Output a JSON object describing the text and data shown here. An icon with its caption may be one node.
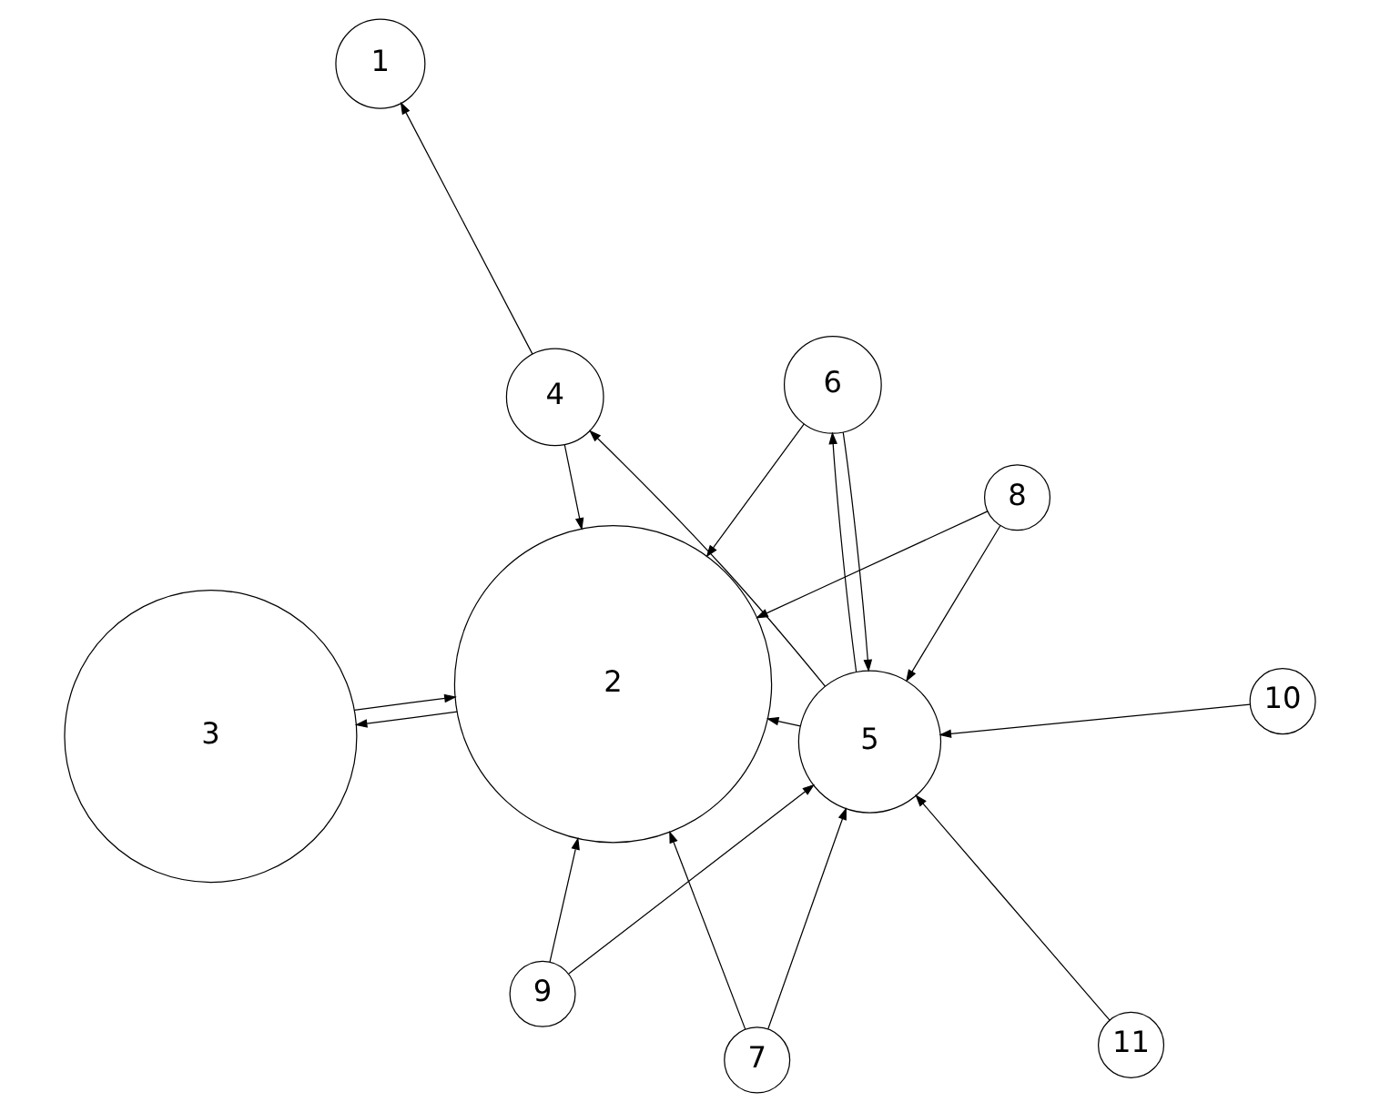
{
  "diagram": {
    "nodes": [
      {
        "text": [
          "1"
        ]
      },
      {
        "text": [
          "2"
        ]
      },
      {
        "text": [
          "3"
        ]
      },
      {
        "text": [
          "4"
        ]
      },
      {
        "text": [
          "5"
        ]
      },
      {
        "text": [
          "6"
        ]
      },
      {
        "text": [
          "7"
        ]
      },
      {
        "text": [
          "8"
        ]
      },
      {
        "text": [
          "9"
        ]
      },
      {
        "text": [
          "10"
        ]
      },
      {
        "text": [
          "11"
        ]
      }
    ],
    "edges": [
      {
        "from": 1,
        "to": 2,
        "arrow": "to"
      },
      {
        "from": 2,
        "to": 1,
        "arrow": "to"
      },
      {
        "from": 3,
        "to": 0,
        "arrow": "to"
      },
      {
        "from": 3,
        "to": 1,
        "arrow": "to"
      },
      {
        "from": 4,
        "to": 1,
        "arrow": "to"
      },
      {
        "from": 4,
        "to": 3,
        "arrow": "to"
      },
      {
        "from": 4,
        "to": 5,
        "arrow": "to"
      },
      {
        "from": 5,
        "to": 1,
        "arrow": "to"
      },
      {
        "from": 5,
        "to": 4,
        "arrow": "to"
      },
      {
        "from": 6,
        "to": 1,
        "arrow": "to"
      },
      {
        "from": 6,
        "to": 4,
        "arrow": "to"
      },
      {
        "from": 7,
        "to": 1,
        "arrow": "to"
      },
      {
        "from": 7,
        "to": 4,
        "arrow": "to"
      },
      {
        "from": 8,
        "to": 1,
        "arrow": "to"
      },
      {
        "from": 8,
        "to": 4,
        "arrow": "to"
      },
      {
        "from": 9,
        "to": 4,
        "arrow": "to"
      },
      {
        "from": 10,
        "to": 4,
        "arrow": "to"
      }
    ]
  }
}
